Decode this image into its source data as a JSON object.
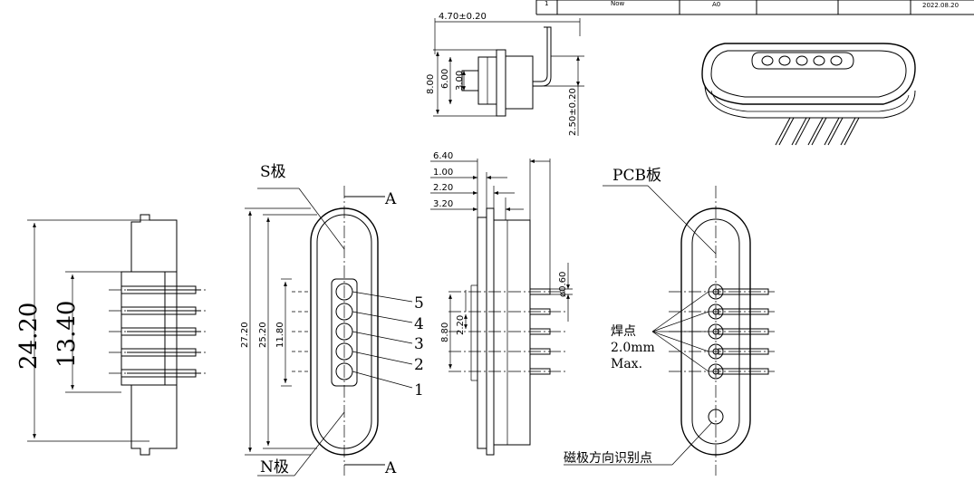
{
  "title_block": {
    "rev": "1",
    "description": "Now",
    "sheet_size": "A0",
    "date": "2022.08.20"
  },
  "labels": {
    "s_pole": "S极",
    "n_pole": "N极",
    "section_a": "A",
    "pcb_side": "PCB板",
    "solder_point_line1": "焊点",
    "solder_point_line2": "2.0mm",
    "solder_point_line3": "Max.",
    "magnet_mark": "磁极方向识别点",
    "pin_numbers": [
      "5",
      "4",
      "3",
      "2",
      "1"
    ]
  },
  "dimensions": {
    "top_view": {
      "width_4_70": "4.70±0.20",
      "height_8_00": "8.00",
      "height_6_00": "6.00",
      "height_3_00": "3.00",
      "offset_2_50": "2.50±0.20"
    },
    "section_view": {
      "overall": "24.20",
      "pin_span": "13.40"
    },
    "front_view": {
      "overall": "27.20",
      "inner": "25.20",
      "pin_field": "11.80"
    },
    "side_view": {
      "d_6_40": "6.40",
      "d_1_00": "1.00",
      "d_2_20": "2.20",
      "d_3_20": "3.20",
      "pin_dia": "ø0.60",
      "pitch_total": "8.80",
      "pitch": "2.20"
    }
  },
  "colors": {
    "line": "#000000",
    "background": "#ffffff"
  }
}
